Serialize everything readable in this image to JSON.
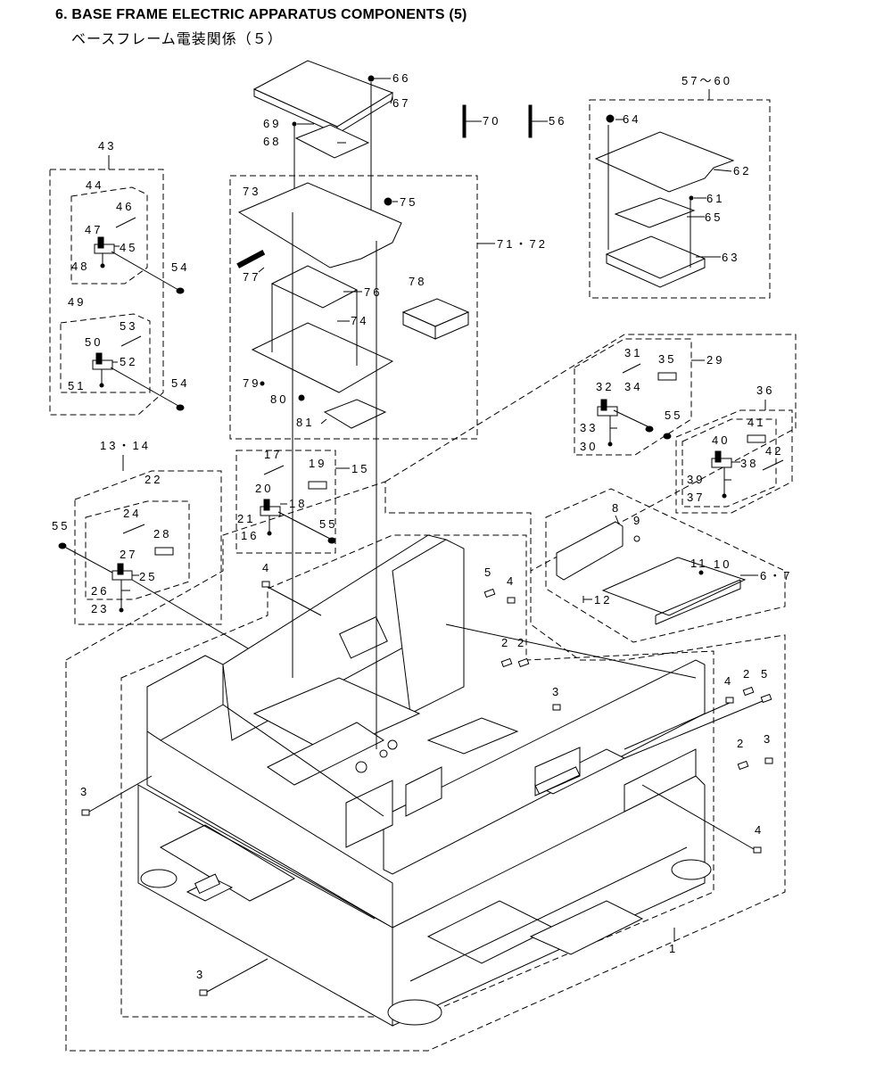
{
  "header": {
    "title": "6.  BASE FRAME ELECTRIC APPARATUS COMPONENTS (5)",
    "subtitle": "ベースフレーム電装関係（５）"
  },
  "labels": {
    "l66": "66",
    "l67": "67",
    "l69": "69",
    "l68": "68",
    "l70": "70",
    "l56": "56",
    "l5760": "57～60",
    "l64": "64",
    "l62": "62",
    "l61": "61",
    "l65": "65",
    "l63": "63",
    "l73": "73",
    "l75": "75",
    "l7172": "71・72",
    "l77": "77",
    "l76": "76",
    "l78": "78",
    "l74": "74",
    "l79": "79",
    "l80": "80",
    "l81": "81",
    "l43": "43",
    "l44": "44",
    "l46": "46",
    "l47": "47",
    "l45": "45",
    "l48": "48",
    "l54a": "54",
    "l49": "49",
    "l53": "53",
    "l50": "50",
    "l52": "52",
    "l51": "51",
    "l54b": "54",
    "l29": "29",
    "l31": "31",
    "l35": "35",
    "l32": "32",
    "l34": "34",
    "l33": "33",
    "l30": "30",
    "l36": "36",
    "l55a": "55",
    "l41": "41",
    "l40": "40",
    "l38": "38",
    "l42": "42",
    "l39": "39",
    "l37": "37",
    "l1314": "13・14",
    "l22": "22",
    "l24": "24",
    "l28": "28",
    "l27": "27",
    "l25": "25",
    "l26": "26",
    "l23": "23",
    "l55b": "55",
    "l15": "15",
    "l17": "17",
    "l19": "19",
    "l20": "20",
    "l18": "18",
    "l21": "21",
    "l16": "16",
    "l55c": "55",
    "l8": "8",
    "l9": "9",
    "l11": "11",
    "l10": "10",
    "l67b": "6・7",
    "l12": "12",
    "l4a": "4",
    "l5a": "5",
    "l4b": "4",
    "l2a": "2",
    "l2b": "2",
    "l3a": "3",
    "l4c": "4",
    "l2c": "2",
    "l5b": "5",
    "l2d": "2",
    "l3b": "3",
    "l3c": "3",
    "l4d": "4",
    "l3d": "3",
    "l1": "1"
  }
}
